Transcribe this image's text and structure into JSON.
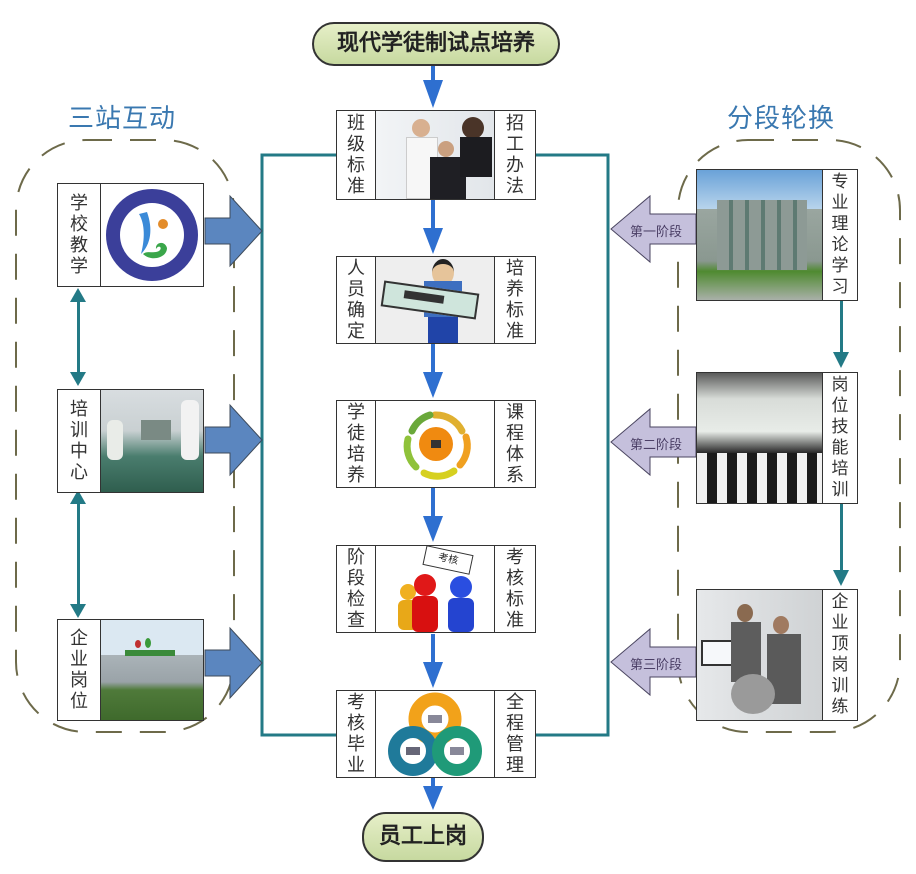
{
  "title": "现代学徒制试点培养",
  "end": "员工上岗",
  "left_group": {
    "title": "三站互动",
    "stations": [
      {
        "label": "学校教学",
        "image": "school-logo-emblem"
      },
      {
        "label": "培训中心",
        "image": "training-workshop-photo"
      },
      {
        "label": "企业岗位",
        "image": "company-building-photo"
      }
    ]
  },
  "right_group": {
    "title": "分段轮换",
    "stages": [
      {
        "label": "专业理论学习",
        "arrow": "第一阶段",
        "image": "campus-building-photo"
      },
      {
        "label": "岗位技能培训",
        "arrow": "第二阶段",
        "image": "lecture-hall-photo"
      },
      {
        "label": "企业顶岗训练",
        "arrow": "第三阶段",
        "image": "engine-workshop-photo"
      }
    ]
  },
  "center_steps": [
    {
      "left": "班级标准",
      "right": "招工办法",
      "image": "business-meeting-photo"
    },
    {
      "left": "人员确定",
      "right": "培养标准",
      "image": "man-holding-sign-cartoon"
    },
    {
      "left": "学徒培养",
      "right": "课程体系",
      "image": "swirl-diagram"
    },
    {
      "left": "阶段检查",
      "right": "考核标准",
      "image": "figures-with-sign",
      "sign_text": "考核"
    },
    {
      "left": "考核毕业",
      "right": "全程管理",
      "image": "three-ring-diagram"
    }
  ],
  "colors": {
    "center_arrow": "#2e6fd0",
    "frame_line": "#237a86",
    "left_arrow": "#5b86bf",
    "right_arrow": "#c5c0dc",
    "pill_fill": "#d5e3b3",
    "group_title": "#3a78b0",
    "dash": "#6d6a4a"
  }
}
